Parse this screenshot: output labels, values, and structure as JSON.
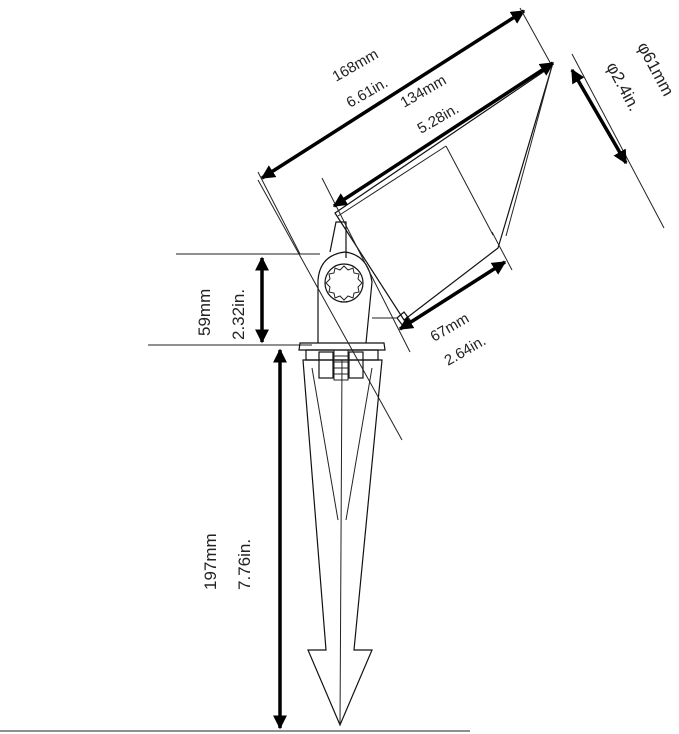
{
  "dimensions": {
    "overall_length_mm": "168mm",
    "overall_length_in": "6.61in.",
    "body_length_mm": "134mm",
    "body_length_in": "5.28in.",
    "diameter_mm": "φ61mm",
    "diameter_in": "φ2.4in.",
    "rear_length_mm": "67mm",
    "rear_length_in": "2.64in.",
    "knuckle_height_mm": "59mm",
    "knuckle_height_in": "2.32in.",
    "stake_length_mm": "197mm",
    "stake_length_in": "7.76in."
  }
}
